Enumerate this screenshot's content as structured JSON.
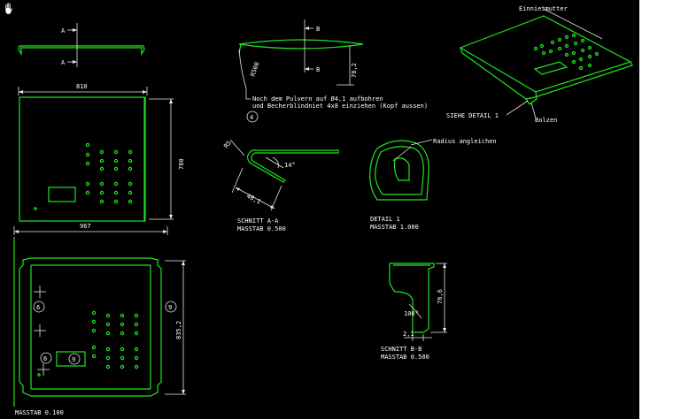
{
  "canvas": {
    "background": "#000000",
    "geometry_color": "#1ee61e",
    "annotation_color": "#e8e8e8",
    "side_panel": "#ffffff"
  },
  "cursor": {
    "icon": "hand-pan-icon"
  },
  "labels": {
    "section_a_top": "A",
    "section_a_bottom": "A",
    "section_b_top": "B",
    "section_b_bottom": "B",
    "dim_810": "810",
    "dim_780": "780",
    "dim_967": "967",
    "dim_8352": "835,2",
    "dim_r500": "R500",
    "dim_78_2": "78,2",
    "note_line1": "Noch dem Pulvern auf Ø4,1 aufbohren",
    "note_line2": "und Becherblindniet 4x8 einziehen (Kopf aussen)",
    "balloon_4": "4",
    "dim_r5": "R5",
    "angle_14": "14°",
    "dim_48_1": "48,1",
    "section_aa_title": "SCHNITT A-A",
    "section_aa_scale": "MASSTAB 0.500",
    "radius_note": "Radius angleichen",
    "detail_title": "DETAIL 1",
    "detail_scale": "MASSTAB 1.000",
    "iso_label_top": "Einnietmutter",
    "iso_label_detail": "SIEHE DETAIL 1",
    "iso_label_bolt": "Bolzen",
    "dim_76_6": "76,6",
    "angle_100": "100°",
    "dim_2_1": "2,1",
    "section_bb_title": "SCHNITT B-B",
    "section_bb_scale": "MASSTAB 0.500",
    "balloon_6a": "6",
    "balloon_6b": "6",
    "balloon_9a": "9",
    "balloon_9b": "9",
    "main_scale": "MASSTAB 0.100"
  }
}
